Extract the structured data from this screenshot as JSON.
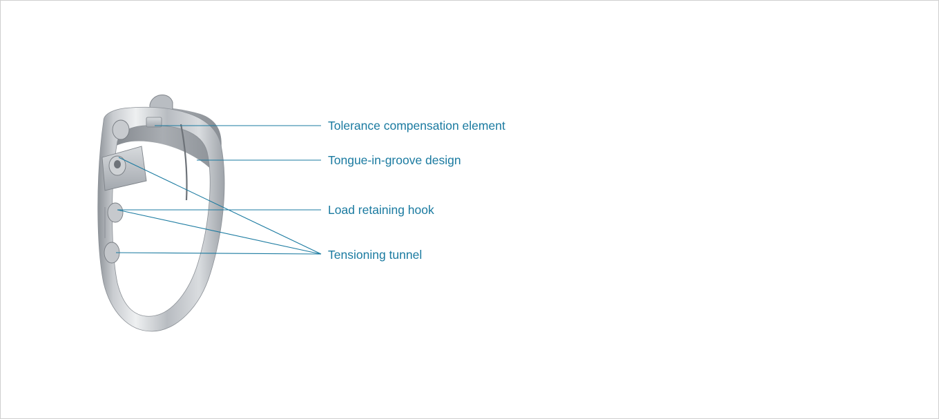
{
  "diagram": {
    "accent_color": "#1a7aa0",
    "callouts": [
      {
        "id": "tolerance",
        "label": "Tolerance compensation element"
      },
      {
        "id": "tongue",
        "label": "Tongue-in-groove design"
      },
      {
        "id": "hook",
        "label": "Load retaining hook"
      },
      {
        "id": "tunnel",
        "label": "Tensioning tunnel"
      }
    ]
  }
}
